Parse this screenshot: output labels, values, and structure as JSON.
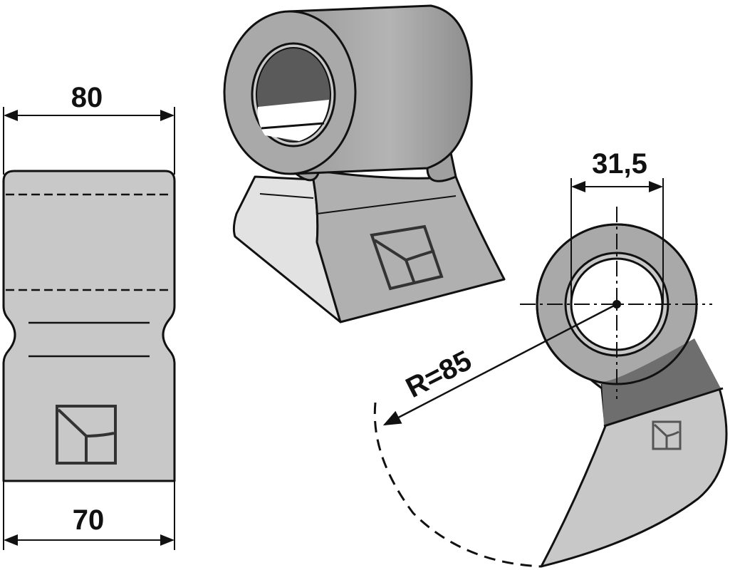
{
  "dimensions": {
    "top_width": "80",
    "bottom_width": "70",
    "bore_diameter": "31,5",
    "radius": "R=85"
  },
  "colors": {
    "body": "#c8c8c8",
    "body_mid": "#a9a9a9",
    "body_dark": "#6e6e6e",
    "body_light": "#e2e2e2",
    "outline": "#111111",
    "background": "#ffffff"
  },
  "icons": {
    "logo": "manufacturer-logo-icon"
  }
}
